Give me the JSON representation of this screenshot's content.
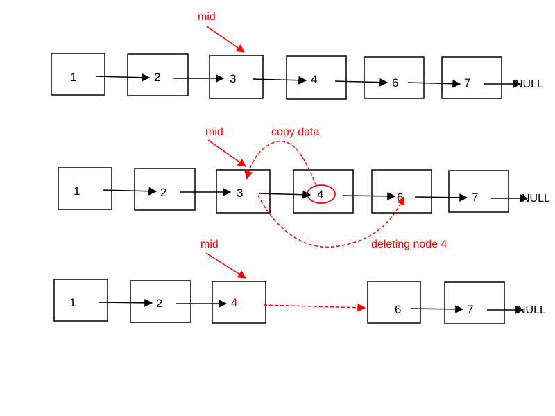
{
  "colors": {
    "accent": "#ff0000",
    "stroke": "#000000",
    "background": "#ffffff"
  },
  "null_label": "NULL",
  "mid_label": "mid",
  "annotations": {
    "copy_data": "copy data",
    "deleting_node": "deleting node 4"
  },
  "rows": [
    {
      "values": [
        "1",
        "2",
        "3",
        "4",
        "6",
        "7"
      ],
      "mid_index": 2
    },
    {
      "values": [
        "1",
        "2",
        "3",
        "4",
        "6",
        "7"
      ],
      "mid_index": 2,
      "circled_index": 3
    },
    {
      "values": [
        "1",
        "2",
        "4",
        "6",
        "7"
      ],
      "mid_index": 2,
      "highlight_index": 2
    }
  ]
}
